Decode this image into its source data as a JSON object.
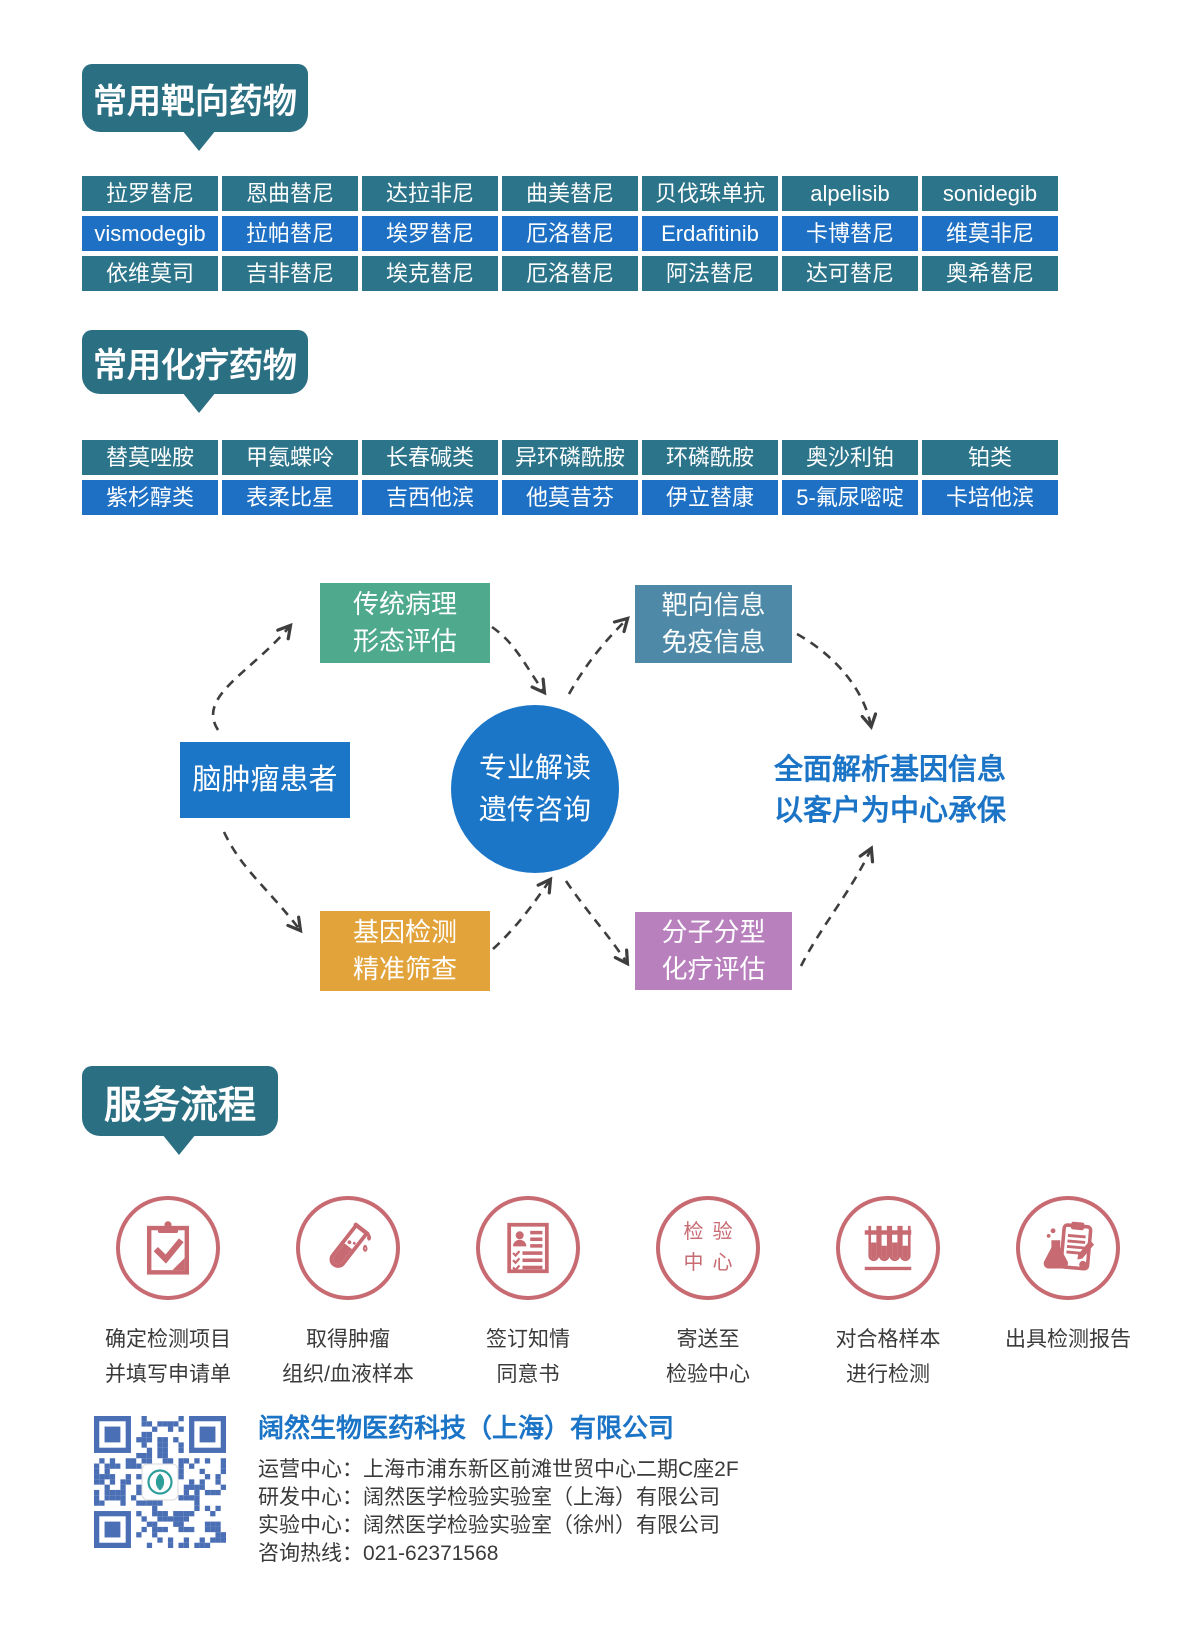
{
  "colors": {
    "teal": "#2B6F83",
    "row_teal": "#2C7489",
    "row_blue": "#1E70C4",
    "green_box": "#4FA98C",
    "steel_box": "#4E89A8",
    "bright_blue": "#1C76C8",
    "orange_box": "#E2A33B",
    "purple_box": "#B980BE",
    "summary_blue": "#1B74C5",
    "icon_rose": "#C76A71",
    "qr_blue": "#4A6FB5",
    "logo_teal": "#2E9E9B",
    "text_dark": "#3A3A3A"
  },
  "targeted": {
    "header": "常用靶向药物",
    "rows": [
      {
        "style": "teal",
        "cells": [
          "拉罗替尼",
          "恩曲替尼",
          "达拉非尼",
          "曲美替尼",
          "贝伐珠单抗",
          "alpelisib",
          "sonidegib"
        ]
      },
      {
        "style": "blue",
        "cells": [
          "vismodegib",
          "拉帕替尼",
          "埃罗替尼",
          "厄洛替尼",
          "Erdafitinib",
          "卡博替尼",
          "维莫非尼"
        ]
      },
      {
        "style": "teal",
        "cells": [
          "依维莫司",
          "吉非替尼",
          "埃克替尼",
          "厄洛替尼",
          "阿法替尼",
          "达可替尼",
          "奥希替尼"
        ]
      }
    ]
  },
  "chemo": {
    "header": "常用化疗药物",
    "rows": [
      {
        "style": "teal",
        "cells": [
          "替莫唑胺",
          "甲氨蝶呤",
          "长春碱类",
          "异环磷酰胺",
          "环磷酰胺",
          "奥沙利铂",
          "铂类"
        ]
      },
      {
        "style": "blue",
        "cells": [
          "紫杉醇类",
          "表柔比星",
          "吉西他滨",
          "他莫昔芬",
          "伊立替康",
          "5-氟尿嘧啶",
          "卡培他滨"
        ]
      }
    ]
  },
  "diagram": {
    "patient": "脑肿瘤患者",
    "pathology_line1": "传统病理",
    "pathology_line2": "形态评估",
    "target_line1": "靶向信息",
    "target_line2": "免疫信息",
    "center_line1": "专业解读",
    "center_line2": "遗传咨询",
    "gene_line1": "基因检测",
    "gene_line2": "精准筛查",
    "molecular_line1": "分子分型",
    "molecular_line2": "化疗评估",
    "summary_line1": "全面解析基因信息",
    "summary_line2": "以客户为中心承保"
  },
  "service": {
    "header": "服务流程",
    "steps": [
      {
        "lines": [
          "确定检测项目",
          "并填写申请单"
        ]
      },
      {
        "lines": [
          "取得肿瘤",
          "组织/血液样本"
        ]
      },
      {
        "lines": [
          "签订知情",
          "同意书"
        ]
      },
      {
        "badge_line1": "检验",
        "badge_line2": "中心",
        "lines": [
          "寄送至",
          "检验中心"
        ]
      },
      {
        "lines": [
          "对合格样本",
          "进行检测"
        ]
      },
      {
        "lines": [
          "出具检测报告"
        ]
      }
    ]
  },
  "footer": {
    "company": "阔然生物医药科技（上海）有限公司",
    "lines": [
      "运营中心：上海市浦东新区前滩世贸中心二期C座2F",
      "研发中心：阔然医学检验实验室（上海）有限公司",
      "实验中心：阔然医学检验实验室（徐州）有限公司",
      "咨询热线：021-62371568"
    ]
  }
}
